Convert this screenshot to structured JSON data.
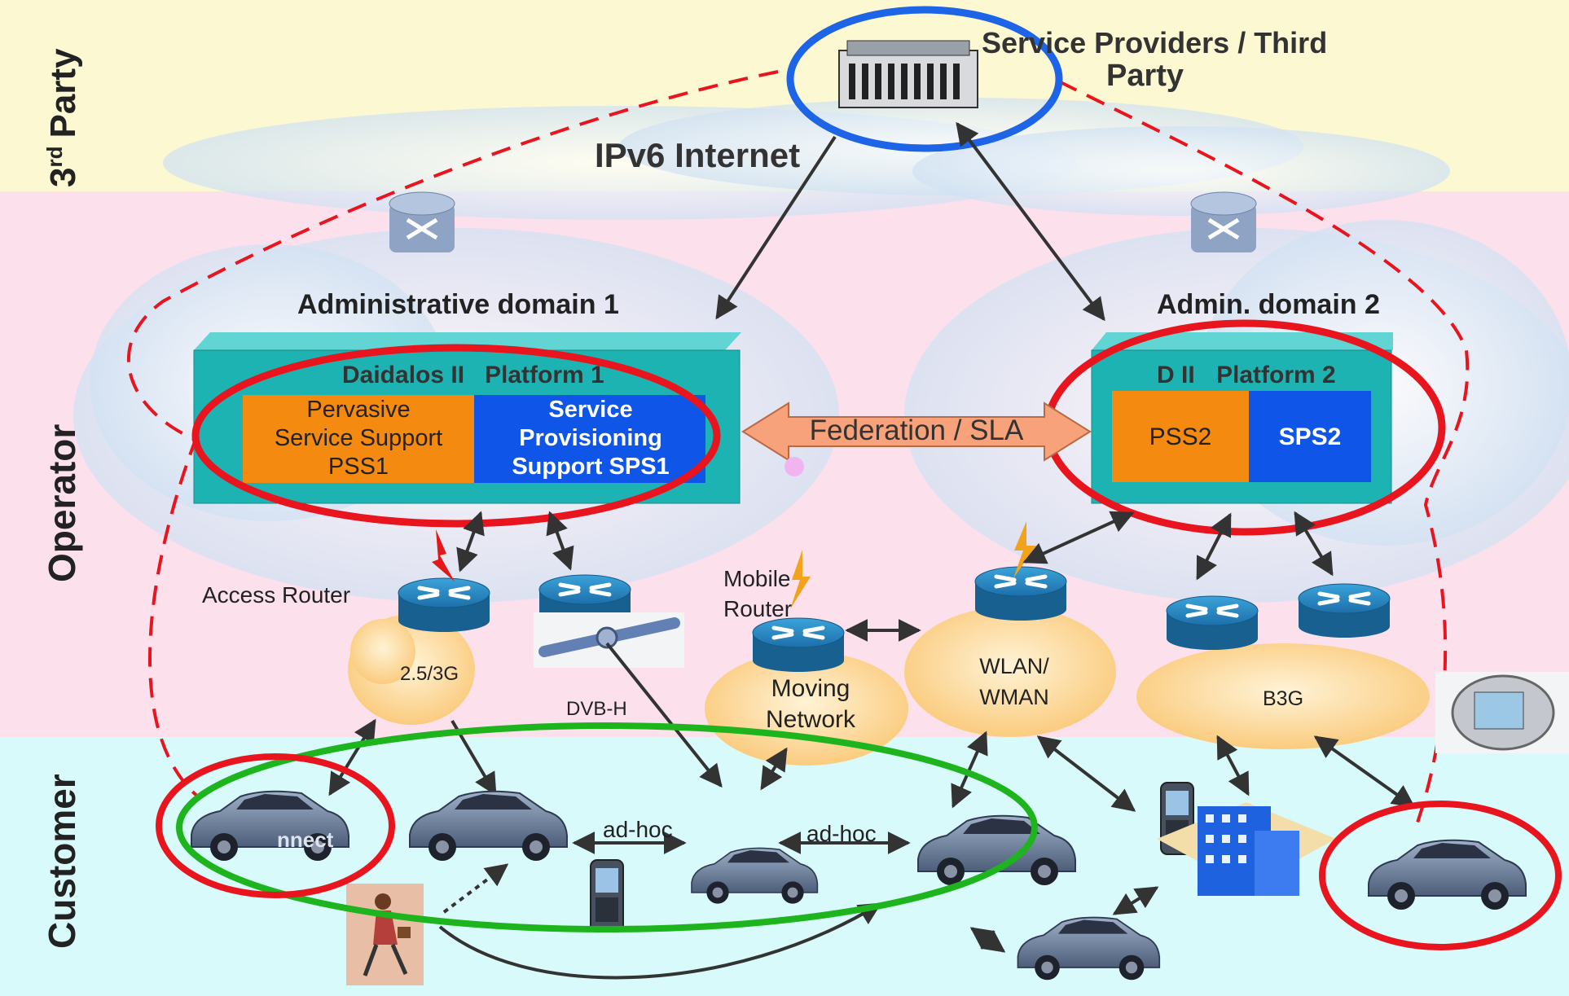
{
  "bands": {
    "third_party": "3rd Party",
    "third_party_base": "3",
    "third_party_sup": "rd",
    "third_party_rest": "Party",
    "operator": "Operator",
    "customer": "Customer"
  },
  "cloud_labels": {
    "internet": "IPv6 Internet"
  },
  "service_providers": {
    "line1": "Service Providers / Third",
    "line2": "Party"
  },
  "domains": {
    "admin1": "Administrative domain 1",
    "admin2": "Admin. domain 2"
  },
  "platform1": {
    "title_left": "Daidalos II",
    "title_right": "Platform 1",
    "pss": [
      "Pervasive",
      "Service Support",
      "PSS1"
    ],
    "sps": [
      "Service",
      "Provisioning",
      "Support SPS1"
    ]
  },
  "platform2": {
    "title_left": "D II",
    "title_right": "Platform 2",
    "pss": "PSS2",
    "sps": "SPS2"
  },
  "federation": "Federation / SLA",
  "labels": {
    "access_router": "Access Router",
    "mobile_router_1": "Mobile",
    "mobile_router_2": "Router",
    "dvbh": "DVB-H",
    "adhoc_1": "ad-hoc",
    "adhoc_2": "ad-hoc"
  },
  "networks": {
    "net_3g": "2.5/3G",
    "moving_1": "Moving",
    "moving_2": "Network",
    "wlan_1": "WLAN/",
    "wlan_2": "WMAN",
    "b3g": "B3G"
  },
  "car_brand": "nnect",
  "colors": {
    "third_party_band": "#FBF8D2",
    "operator_band": "#FCE0EC",
    "customer_band": "#D9FAFB",
    "platform_teal": "#1EB3B3",
    "pss_orange": "#F58A10",
    "sps_blue": "#0F55E8",
    "highlight_red": "#E8141E",
    "highlight_blue": "#1E64E6",
    "highlight_green": "#1EB41E",
    "router_blue": "#1F86C6",
    "access_cloud": "#FCD98C",
    "federation_arrow": "#F7A27A"
  }
}
